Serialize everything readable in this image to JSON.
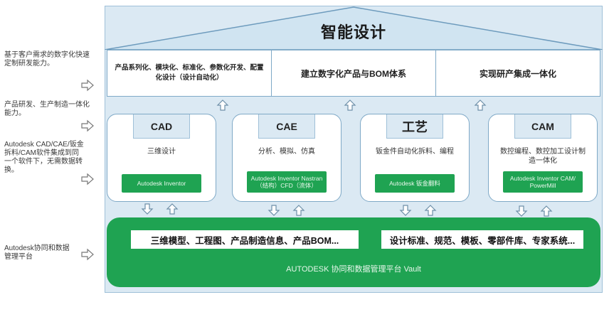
{
  "title": "智能设计",
  "top_row": [
    "产品系列化、模块化、标准化、参数化开发、配置化设计（设计自动化）",
    "建立数字化产品与BOM体系",
    "实现研产集成一体化"
  ],
  "modules": [
    {
      "name": "CAD",
      "desc": "三维设计",
      "product": "Autodesk Inventor"
    },
    {
      "name": "CAE",
      "desc": "分析、模拟、仿真",
      "product": "Autodesk Inventor Nastran（结构）CFD（流体）"
    },
    {
      "name": "工艺",
      "desc": "钣金件自动化拆料、编程",
      "product": "Autodesk 钣金翻料"
    },
    {
      "name": "CAM",
      "desc": "数控编程、数控加工设计制造一体化",
      "product": "Autodesk Inventor CAM/ PowerMill"
    }
  ],
  "base": {
    "left_box": "三维模型、工程图、产品制造信息、产品BOM...",
    "right_box": "设计标准、规范、模板、零部件库、专家系统...",
    "caption": "AUTODESK 协同和数据管理平台 Vault"
  },
  "notes": [
    "基于客户需求的数字化快速定制研发能力。",
    "产品研发、生产制造一体化能力。",
    "Autodesk CAD/CAE/钣金拆料/CAM软件集成到同一个软件下，无需数据转换。",
    "Autodesk协同和数据管理平台"
  ],
  "colors": {
    "frame": "#dbe9f3",
    "green": "#1fa352",
    "line": "#7fa9c7"
  }
}
